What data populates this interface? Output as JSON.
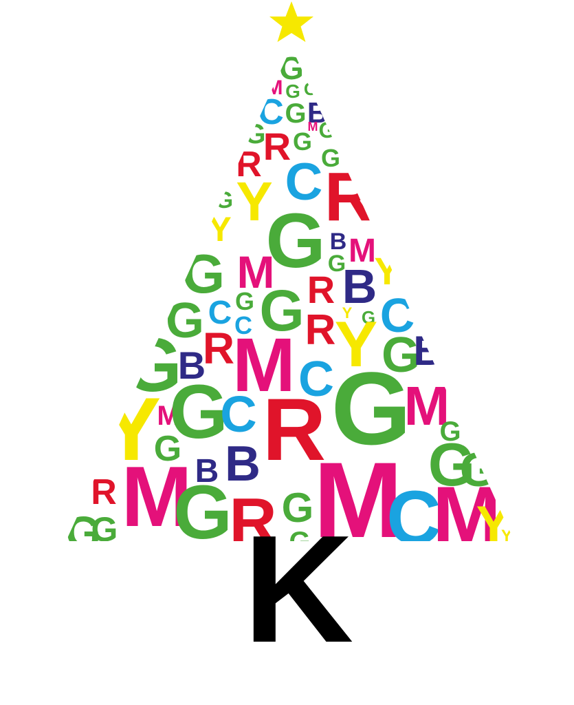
{
  "colors": {
    "G": "#4aab3a",
    "M": "#e4117a",
    "C": "#1aa3e0",
    "B": "#2f2a86",
    "R": "#e0142a",
    "Y": "#f6e800",
    "K": "#000000",
    "star": "#f6e800"
  },
  "tree_letters": [
    "G",
    "M",
    "G",
    "G",
    "C",
    "G",
    "B",
    "G",
    "R",
    "G",
    "M",
    "G",
    "R",
    "G",
    "C",
    "Y",
    "G",
    "R",
    "Y",
    "G",
    "B",
    "M",
    "G",
    "M",
    "G",
    "Y",
    "B",
    "R",
    "G",
    "C",
    "G",
    "G",
    "C",
    "R",
    "Y",
    "G",
    "C",
    "G",
    "B",
    "R",
    "M",
    "C",
    "Y",
    "G",
    "B",
    "Y",
    "M",
    "G",
    "C",
    "B",
    "R",
    "G",
    "M",
    "G",
    "G",
    "B",
    "G",
    "G",
    "R",
    "M",
    "G",
    "R",
    "G",
    "G",
    "M",
    "C",
    "M",
    "Y",
    "G",
    "G",
    "Y"
  ],
  "trunk": {
    "letter": "K"
  },
  "star_icon": "star-icon"
}
